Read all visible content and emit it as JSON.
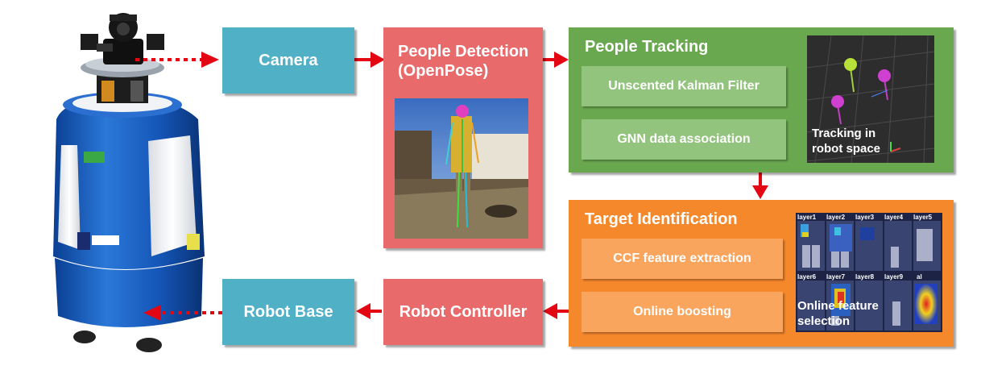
{
  "nodes": {
    "camera": "Camera",
    "people_detection": "People Detection\n(OpenPose)",
    "people_tracking": {
      "title": "People Tracking",
      "ukf": "Unscented Kalman Filter",
      "gnn": "GNN data association",
      "inset_caption": "Tracking in\nrobot space"
    },
    "target_identification": {
      "title": "Target Identification",
      "ccf": "CCF feature extraction",
      "boosting": "Online boosting",
      "inset_caption": "Online feature\nselection",
      "layer_labels": [
        "layer1",
        "layer2",
        "layer3",
        "layer4",
        "layer5",
        "layer6",
        "layer7",
        "layer8",
        "layer9",
        "al"
      ]
    },
    "robot_controller": "Robot Controller",
    "robot_base": "Robot Base"
  },
  "colors": {
    "camera_box": "#4fb0c6",
    "red_box": "#e86a6a",
    "green_box": "#6aa84f",
    "orange_box": "#f6882c",
    "arrow": "#e30613"
  }
}
